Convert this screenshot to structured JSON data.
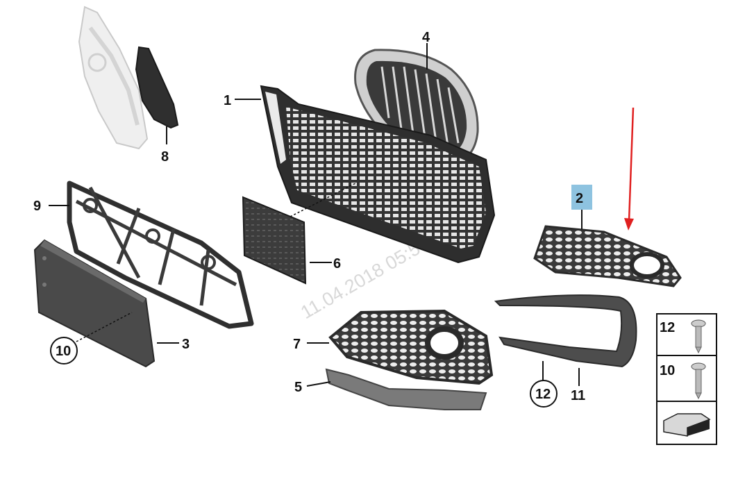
{
  "colors": {
    "part_dark": "#2f2f2f",
    "part_mid": "#4a4a4a",
    "part_light": "#d9d9d9",
    "chrome": "#c9c9c9",
    "highlight": "#8ec3e0",
    "arrow": "#e02020",
    "line": "#111111"
  },
  "callouts": {
    "p1": "1",
    "p2": "2",
    "p3": "3",
    "p4": "4",
    "p5": "5",
    "p6": "6",
    "p7": "7",
    "p8": "8",
    "p9": "9",
    "p10": "10",
    "p11": "11",
    "p12": "12"
  },
  "watermark": "11.04.2018 05:54",
  "legend": {
    "screw_12": "12",
    "screw_10": "10"
  }
}
